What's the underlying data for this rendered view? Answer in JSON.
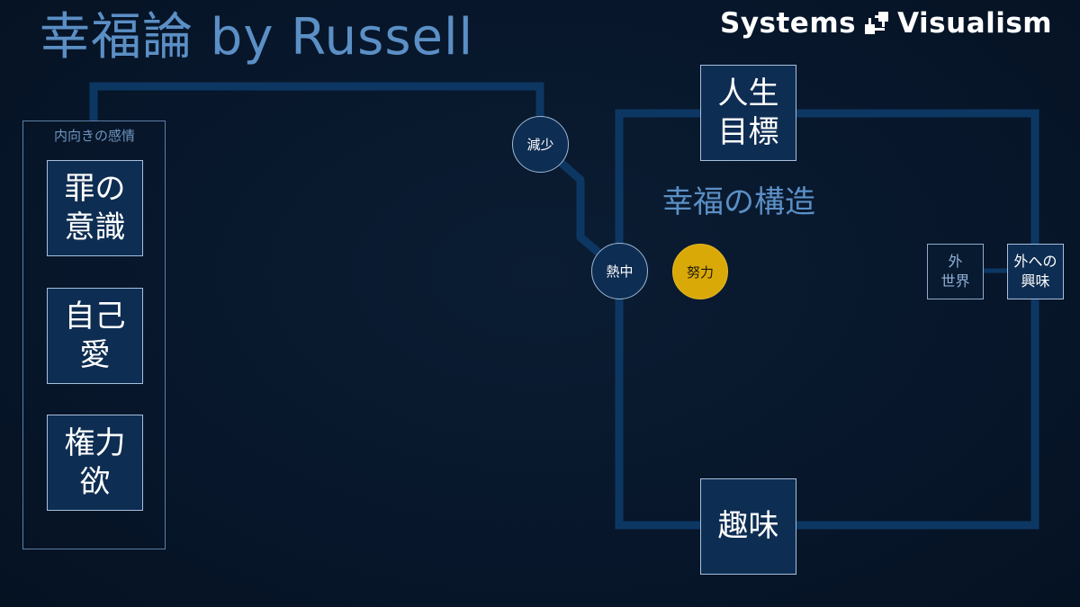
{
  "title": "幸福論 by Russell",
  "logo": {
    "left_text": "Systems",
    "right_text": "Visualism"
  },
  "inward_panel": {
    "label": "内向きの感情",
    "items": [
      {
        "line1": "罪の",
        "line2": "意識"
      },
      {
        "line1": "自己",
        "line2": "愛"
      },
      {
        "line1": "権力",
        "line2": "欲"
      }
    ]
  },
  "structure": {
    "label": "幸福の構造",
    "life_goal": {
      "line1": "人生",
      "line2": "目標"
    },
    "hobby": "趣味",
    "external_world": {
      "line1": "外",
      "line2": "世界"
    },
    "external_interest": {
      "line1": "外への",
      "line2": "興味"
    }
  },
  "nodes": {
    "decrease": "減少",
    "absorption": "熱中",
    "effort": "努力"
  },
  "colors": {
    "background": "#07162a",
    "wire": "#0d3763",
    "box_fill": "#0e2d52",
    "box_border": "#a7c0de",
    "accent_text": "#5b8fc5",
    "effort_gold": "#d9a908"
  }
}
